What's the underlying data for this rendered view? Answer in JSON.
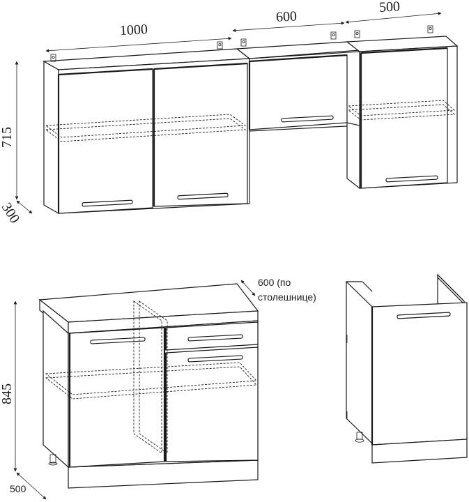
{
  "dimensions": {
    "upper_width_1": "1000",
    "upper_width_2": "600",
    "upper_width_3": "500",
    "upper_height": "715",
    "upper_depth": "300",
    "lower_height": "845",
    "lower_depth": "500",
    "countertop_depth_line1": "600 (по",
    "countertop_depth_line2": "столешнице)"
  },
  "colors": {
    "line": "#1a1a1a",
    "background": "#ffffff"
  }
}
